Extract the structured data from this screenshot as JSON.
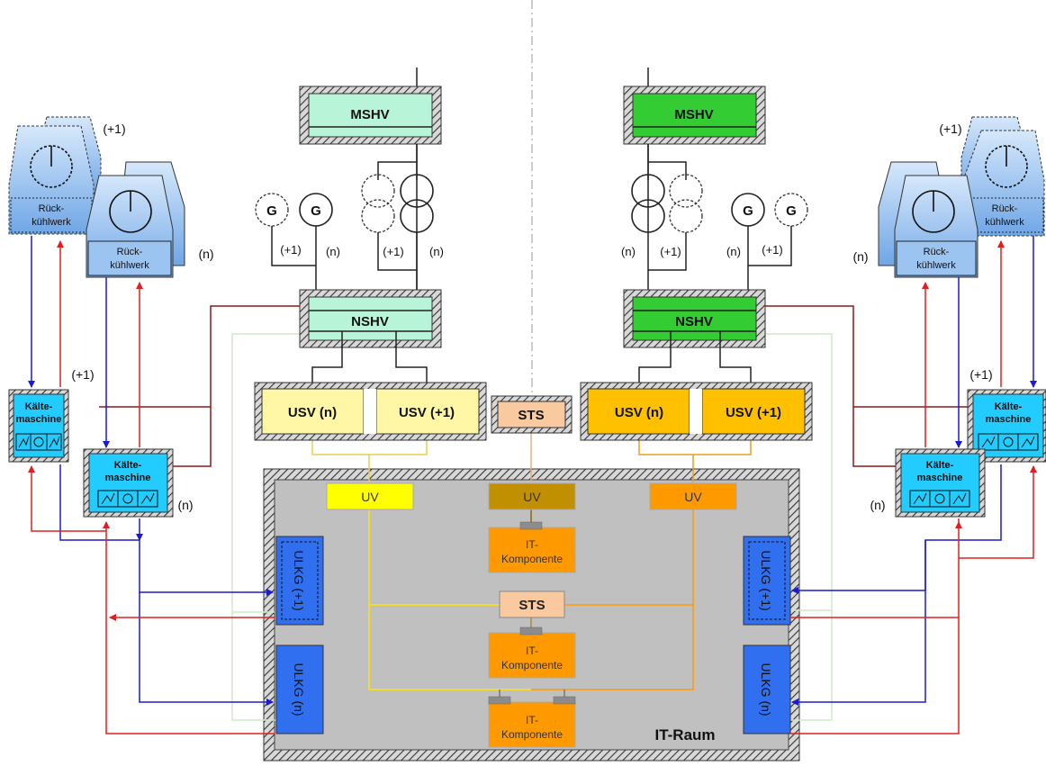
{
  "mshv_label": "MSHV",
  "nshv_label": "NSHV",
  "generator_label": "G",
  "usv_n_label": "USV (n)",
  "usv_plus1_label": "USV (+1)",
  "sts_label": "STS",
  "uv_label": "UV",
  "it_komp_line1": "IT-",
  "it_komp_line2": "Komponente",
  "it_raum_label": "IT-Raum",
  "ulkg_n_label": "ULKG (n)",
  "ulkg_plus1_label": "ULKG (+1)",
  "rueck_line1": "Rück-",
  "rueck_line2": "kühlwerk",
  "kaelte_line1": "Kälte-",
  "kaelte_line2": "maschine",
  "n_label": "(n)",
  "plus1_label": "(+1)",
  "colors": {
    "mshv_left": "#b8f5d8",
    "mshv_right": "#33cc33",
    "usv_left": "#fff6a6",
    "usv_right": "#ffc000",
    "sts": "#f9c9a0",
    "uv_yellow": "#ffff00",
    "uv_brown": "#c09000",
    "uv_orange": "#ff9900",
    "it_komp": "#ff9900",
    "room": "#c0c0c0",
    "ulkg": "#2f6ff0",
    "kaelte": "#22ccff",
    "rueck": "#9cc4f0",
    "cold_line": "#1a1ad0",
    "warm_line": "#e02020",
    "dark_red": "#8b1a1a"
  }
}
